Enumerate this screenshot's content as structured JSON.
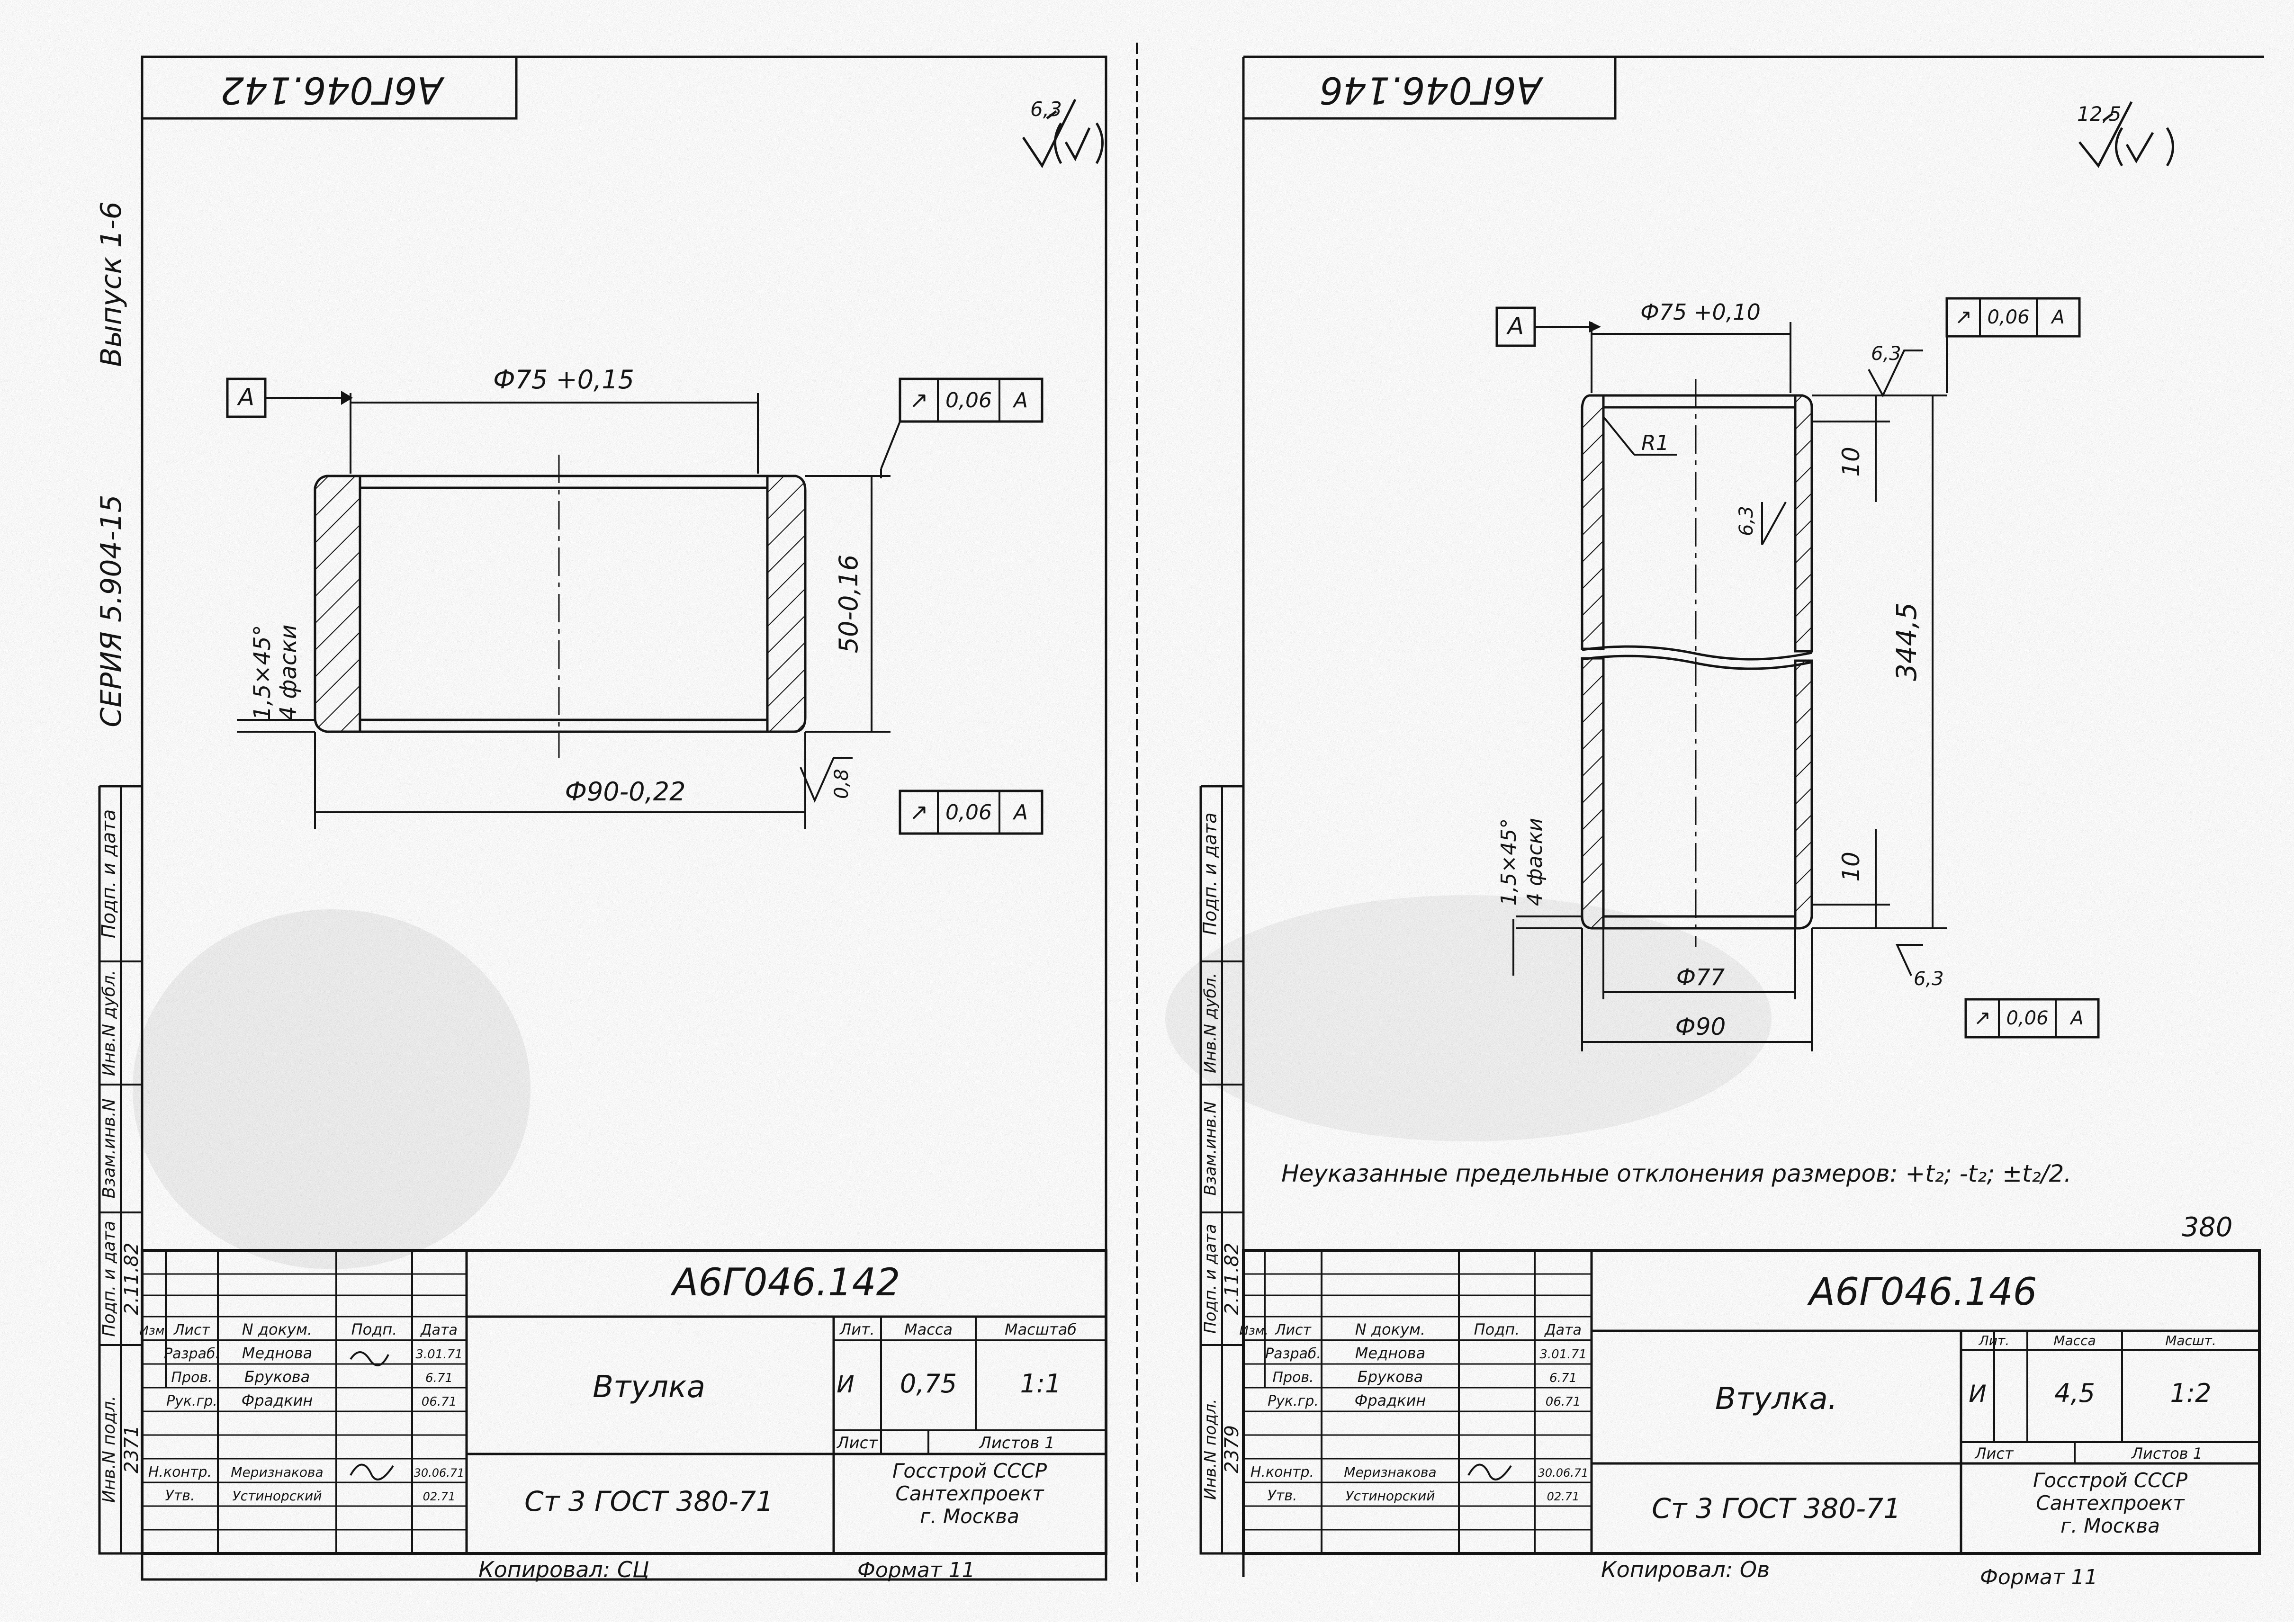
{
  "left_sheet": {
    "top_stamp": "А6Г046.142",
    "roughness_symbol": "6,3",
    "issue": "Выпуск 1-6",
    "series": "СЕРИЯ 5.904-15",
    "datum_label": "А",
    "dims": {
      "inner_diameter": "Ф75 +0,15",
      "outer_diameter": "Ф90-0,22",
      "height": "50-0,16",
      "chamfer_size": "1,5×45°",
      "chamfer_note": "4 фаски",
      "surface_finish": "0,8"
    },
    "tolerance_top": {
      "symbol": "↗",
      "value": "0,06",
      "datum": "А"
    },
    "tolerance_bottom": {
      "symbol": "↗",
      "value": "0,06",
      "datum": "А"
    },
    "side_stamp": {
      "cells": [
        "Инв.N подл.",
        "Подп. и дата",
        "Взам.инв.N",
        "Инв.N дубл.",
        "Подп. и дата"
      ],
      "inv_number": "2371",
      "sign_date": "2.11.82"
    },
    "title_block": {
      "doc_number": "А6Г046.142",
      "part_name": "Втулка",
      "material": "Ст 3 ГОСТ 380-71",
      "lit_label": "Лит.",
      "mass_label": "Масса",
      "scale_label": "Масштаб",
      "lit_value": "И",
      "mass_value": "0,75",
      "scale_value": "1:1",
      "sheet_label": "Лист",
      "sheets_label": "Листов 1",
      "org": [
        "Госстрой СССР",
        "Сантехпроект",
        "г. Москва"
      ],
      "col_heads": [
        "Изм.",
        "Лист",
        "N докум.",
        "Подп.",
        "Дата"
      ],
      "rows": [
        {
          "role": "Разраб.",
          "name": "Меднова",
          "date": "3.01.71"
        },
        {
          "role": "Пров.",
          "name": "Брукова",
          "date": "6.71"
        },
        {
          "role": "Рук.гр.",
          "name": "Фрадкин",
          "date": "06.71"
        },
        {
          "role": "Н.контр.",
          "name": "Меризнакова",
          "date": "30.06.71"
        },
        {
          "role": "Утв.",
          "name": "Устинорский",
          "date": "02.71"
        }
      ]
    },
    "copied": "Копировал: СЦ",
    "format": "Формат 11"
  },
  "right_sheet": {
    "top_stamp": "А6Г046.146",
    "roughness_symbol": "12,5",
    "datum_label": "А",
    "dims": {
      "inner_diameter": "Ф75 +0,10",
      "small_diameter": "Ф77",
      "outer_diameter": "Ф90",
      "length": "344,5",
      "top_offset": "10",
      "bottom_offset": "10",
      "radius": "R1",
      "finish_top": "6,3",
      "finish_inner": "6,3",
      "finish_bottom": "6,3",
      "chamfer_size": "1,5×45°",
      "chamfer_note": "4 фаски"
    },
    "tolerance_top": {
      "symbol": "↗",
      "value": "0,06",
      "datum": "А"
    },
    "tolerance_bottom": {
      "symbol": "↗",
      "value": "0,06",
      "datum": "А"
    },
    "note": "Неуказанные предельные отклонения размеров: +t₂; -t₂; ±t₂/2.",
    "page_number": "380",
    "side_stamp": {
      "cells": [
        "Инв.N подл.",
        "Подп. и дата",
        "Взам.инв.N",
        "Инв.N дубл.",
        "Подп. и дата"
      ],
      "inv_number": "2379",
      "sign_date": "2.11.82"
    },
    "title_block": {
      "doc_number": "А6Г046.146",
      "part_name": "Втулка.",
      "material": "Ст 3 ГОСТ 380-71",
      "lit_label": "Лит.",
      "mass_label": "Масса",
      "scale_label": "Масшт.",
      "lit_value": "И",
      "mass_value": "4,5",
      "scale_value": "1:2",
      "sheet_label": "Лист",
      "sheets_label": "Листов 1",
      "org": [
        "Госстрой СССР",
        "Сантехпроект",
        "г. Москва"
      ],
      "col_heads": [
        "Изм.",
        "Лист",
        "N докум.",
        "Подп.",
        "Дата"
      ],
      "rows": [
        {
          "role": "Разраб.",
          "name": "Меднова",
          "date": "3.01.71"
        },
        {
          "role": "Пров.",
          "name": "Брукова",
          "date": "6.71"
        },
        {
          "role": "Рук.гр.",
          "name": "Фрадкин",
          "date": "06.71"
        },
        {
          "role": "Н.контр.",
          "name": "Меризнакова",
          "date": "30.06.71"
        },
        {
          "role": "Утв.",
          "name": "Устинорский",
          "date": "02.71"
        }
      ]
    },
    "copied": "Копировал: Ов",
    "format": "Формат 11"
  }
}
